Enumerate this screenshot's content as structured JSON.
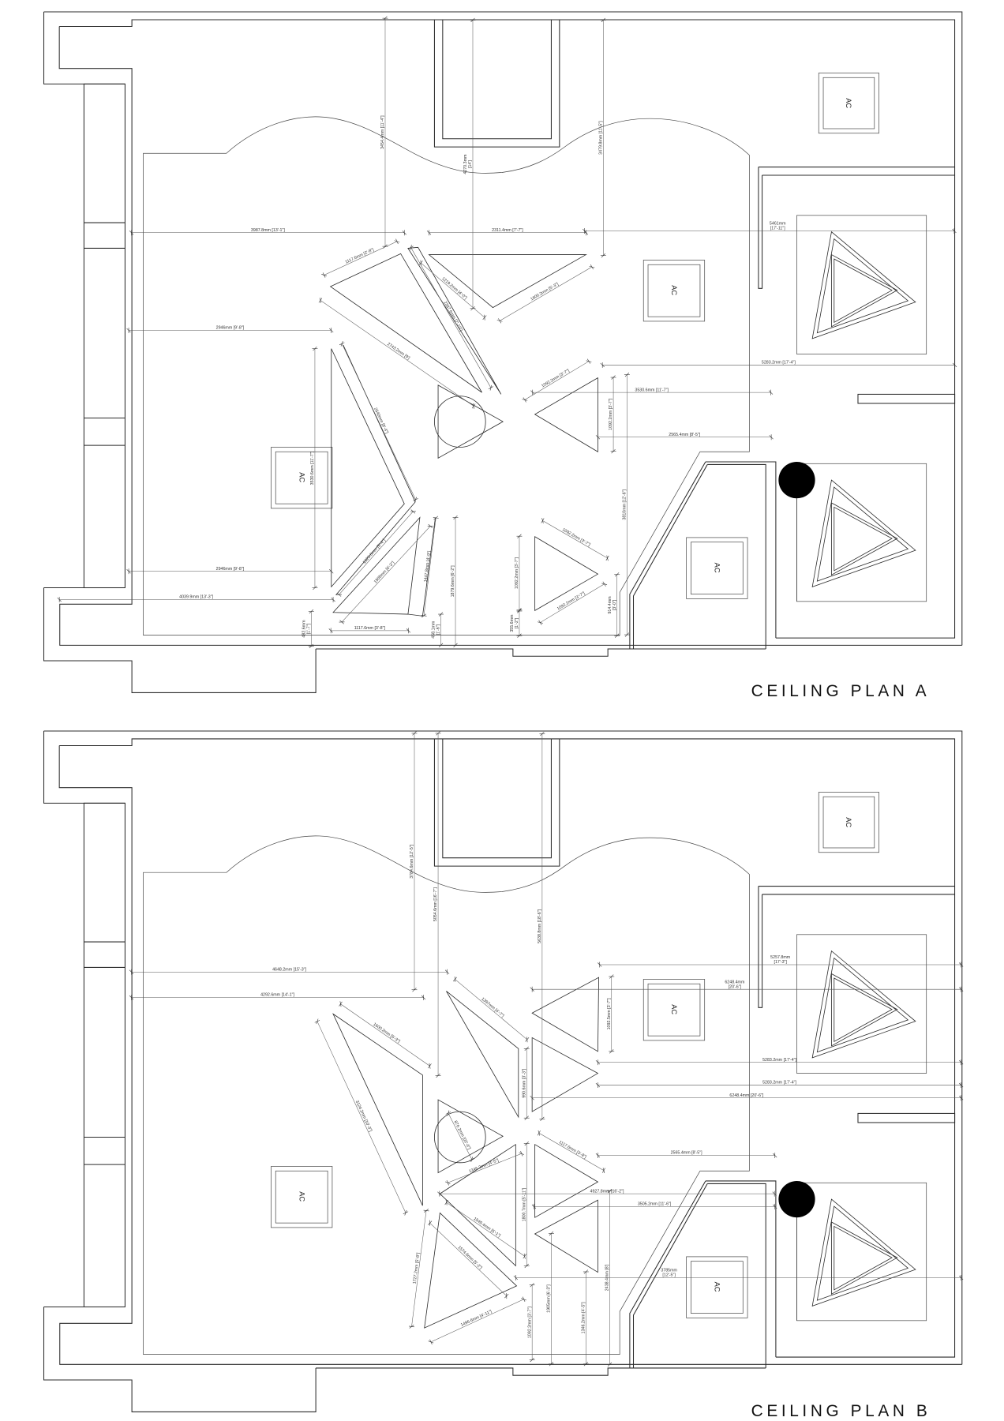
{
  "drawing": {
    "ac_label": "AC"
  },
  "plan_a": {
    "title": "CEILING PLAN A",
    "dimensions": [
      "3454.4mm [11'-4\"]",
      "4270.3mm [14']",
      "3479.8mm [11'-5\"]",
      "3987.8mm [13'-1\"]",
      "2311.4mm [7'-7\"]",
      "5461mm [17'-11\"]",
      "1117.6mm [2'-8\"]",
      "1219.2mm [4'-0\"]",
      "1600.2mm [5'-3\"]",
      "2387.6mm [7'-10\"]",
      "2743.2mm [9']",
      "2946mm [9'-8\"]",
      "3530.6mm [11'-7\"]",
      "2540mm [8'-4\"]",
      "5283.2mm [17'-4\"]",
      "1092.2mm [3'-7\"]",
      "3530.6mm [11'-7\"]",
      "1092.2mm [3'-7\"]",
      "2565.4mm [8'-5\"]",
      "3810mm [12'-6\"]",
      "2946mm [9'-8\"]",
      "4039.9mm [13'-3\"]",
      "1625.6mm [5'-4\"]",
      "1905mm [6'-3\"]",
      "1447.8mm [4'-9\"]",
      "1879.6mm [6'-2\"]",
      "482.6mm [1'-7\"]",
      "1117.6mm [3'-8\"]",
      "458.1mm [1'-6\"]",
      "1092.2mm [3'-7\"]",
      "355.6mm [1'-2\"]",
      "1092.2mm [3'-7\"]",
      "1092.2mm [3'-7\"]",
      "914.4mm [3'-0\"]"
    ]
  },
  "plan_b": {
    "title": "CEILING PLAN B",
    "dimensions": [
      "3784.6mm [12'-5\"]",
      "5054.6mm [16'-7\"]",
      "5638.8mm [18'-6\"]",
      "4648.2mm [15'-3\"]",
      "4292.6mm [14'-1\"]",
      "5257.8mm [17'-3\"]",
      "6248.4mm [20'-6\"]",
      "1600.2mm [5'-3\"]",
      "1397mm [4'-7\"]",
      "1092.5mm [3'-7\"]",
      "3124.2mm [10'-3\"]",
      "5283.2mm [17'-4\"]",
      "990.6mm [3'-3\"]",
      "5283.2mm [17'-4\"]",
      "6248.4mm [20'-6\"]",
      "876.2mm [02'-6\"]",
      "1117.6mm [3'-8\"]",
      "2565.4mm [8'-5\"]",
      "1346.2mm [4'-5\"]",
      "4927.8mm [16'-2\"]",
      "3505.2mm [11'-6\"]",
      "1549.4mm [5'-1\"]",
      "1800.7mm [5'-11\"]",
      "1727.2mm [5'-8\"]",
      "1574.6mm [5'-2\"]",
      "3785mm [12'-5\"]",
      "1496.6mm [4'-11\"]",
      "1092.2mm [3'-7\"]",
      "1905mm [6'-3\"]",
      "1346.2mm [4'-5\"]",
      "2438.4mm [8']"
    ]
  }
}
